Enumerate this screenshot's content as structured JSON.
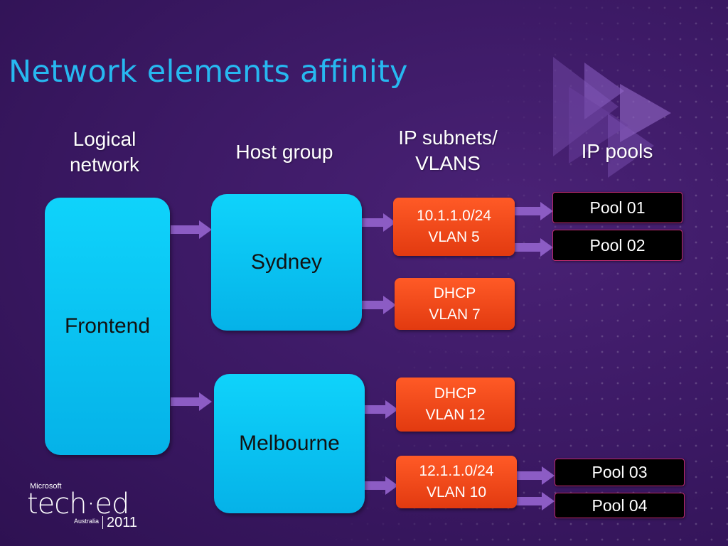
{
  "slide": {
    "title": "Network elements affinity"
  },
  "columns": {
    "logical_network": "Logical\nnetwork",
    "host_group": "Host group",
    "ip_subnets": "IP subnets/\nVLANS",
    "ip_pools": "IP pools"
  },
  "nodes": {
    "frontend": "Frontend",
    "sydney": "Sydney",
    "melbourne": "Melbourne",
    "subnet_1": {
      "line1": "10.1.1.0/24",
      "line2": "VLAN 5"
    },
    "subnet_2": {
      "line1": "DHCP",
      "line2": "VLAN 7"
    },
    "subnet_3": {
      "line1": "DHCP",
      "line2": "VLAN 12"
    },
    "subnet_4": {
      "line1": "12.1.1.0/24",
      "line2": "VLAN 10"
    },
    "pool_01": "Pool 01",
    "pool_02": "Pool 02",
    "pool_03": "Pool 03",
    "pool_04": "Pool 04"
  },
  "logo": {
    "brand": "Microsoft",
    "event": "tech·ed",
    "region": "Australia",
    "year": "2011"
  },
  "colors": {
    "title": "#27b8f0",
    "box_blue": "#05b2e8",
    "box_red": "#e8401a",
    "pool_border": "#c02a70",
    "arrow": "#8c5cc4",
    "background": "#3d1a66"
  }
}
